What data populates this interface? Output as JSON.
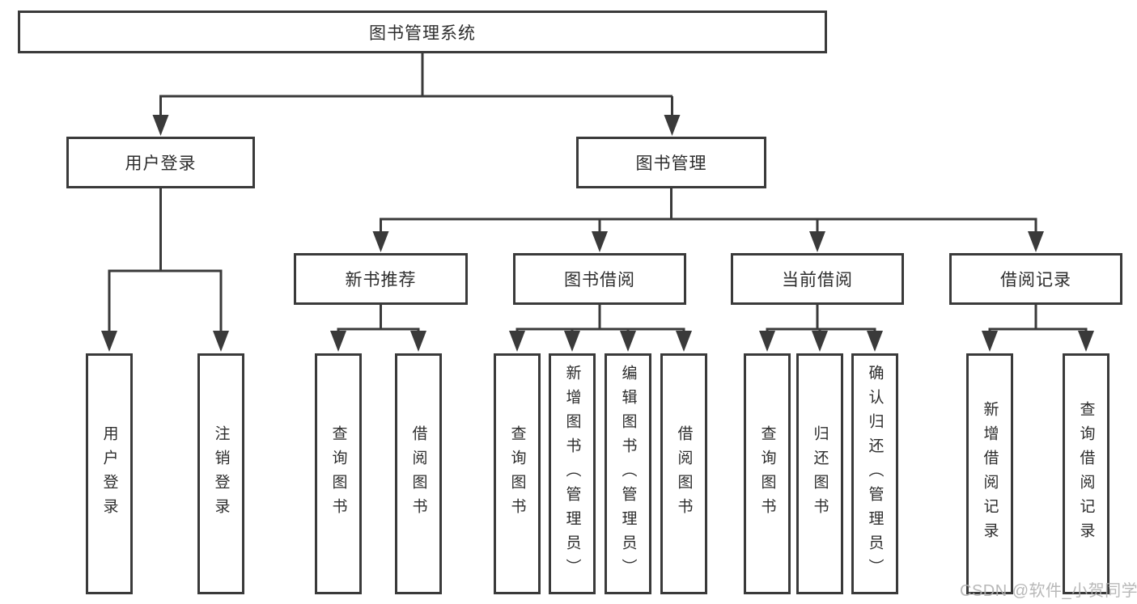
{
  "colors": {
    "line": "#3a3a3a",
    "box_border": "#3a3a3a",
    "text": "#2d2d2d",
    "watermark": "#b1b1b1",
    "background": "#ffffff"
  },
  "diagram": {
    "root": {
      "label": "图书管理系统"
    },
    "level1": [
      {
        "label": "用户登录"
      },
      {
        "label": "图书管理"
      }
    ],
    "level2": [
      {
        "label": "新书推荐"
      },
      {
        "label": "图书借阅"
      },
      {
        "label": "当前借阅"
      },
      {
        "label": "借阅记录"
      }
    ],
    "leaves": {
      "user_login": [
        "用户登录",
        "注销登录"
      ],
      "new_book_recommend": [
        "查询图书",
        "借阅图书"
      ],
      "book_borrow": [
        "查询图书",
        "新增图书（管理员）",
        "编辑图书（管理员）",
        "借阅图书"
      ],
      "current_borrow": [
        "查询图书",
        "归还图书",
        "确认归还（管理员）"
      ],
      "borrow_records": [
        "新增借阅记录",
        "查询借阅记录"
      ]
    }
  },
  "watermark": {
    "text": "CSDN @软件_小贺同学"
  }
}
